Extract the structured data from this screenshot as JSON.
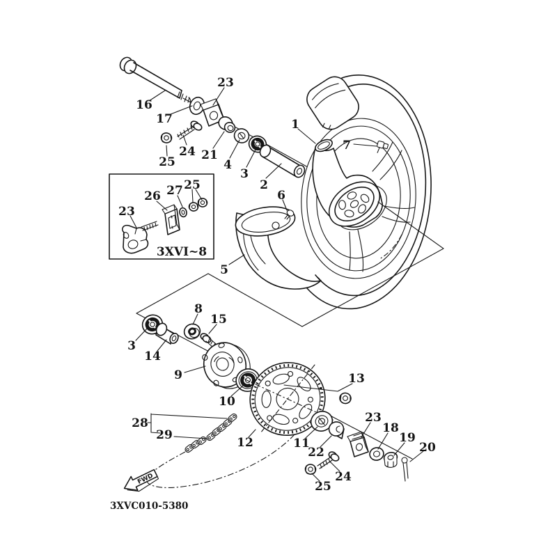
{
  "diagram": {
    "inset_code": "3XVI~8",
    "footer_code": "3XVC010-5380",
    "fwd": "FWD"
  },
  "labels": [
    {
      "part": "16",
      "text": "16"
    },
    {
      "part": "17",
      "text": "17"
    },
    {
      "part": "23-upper",
      "text": "23"
    },
    {
      "part": "24-upper",
      "text": "24"
    },
    {
      "part": "25-upper",
      "text": "25"
    },
    {
      "part": "21",
      "text": "21"
    },
    {
      "part": "4",
      "text": "4"
    },
    {
      "part": "3-upper",
      "text": "3"
    },
    {
      "part": "2",
      "text": "2"
    },
    {
      "part": "1",
      "text": "1"
    },
    {
      "part": "7",
      "text": "7"
    },
    {
      "part": "6",
      "text": "6"
    },
    {
      "part": "5",
      "text": "5"
    },
    {
      "part": "23-inset",
      "text": "23"
    },
    {
      "part": "26",
      "text": "26"
    },
    {
      "part": "27",
      "text": "27"
    },
    {
      "part": "25-inset",
      "text": "25"
    },
    {
      "part": "3-lower",
      "text": "3"
    },
    {
      "part": "14",
      "text": "14"
    },
    {
      "part": "8",
      "text": "8"
    },
    {
      "part": "15",
      "text": "15"
    },
    {
      "part": "9",
      "text": "9"
    },
    {
      "part": "10",
      "text": "10"
    },
    {
      "part": "12",
      "text": "12"
    },
    {
      "part": "13",
      "text": "13"
    },
    {
      "part": "11",
      "text": "11"
    },
    {
      "part": "22",
      "text": "22"
    },
    {
      "part": "23-lowerright",
      "text": "23"
    },
    {
      "part": "18",
      "text": "18"
    },
    {
      "part": "19",
      "text": "19"
    },
    {
      "part": "20",
      "text": "20"
    },
    {
      "part": "24-lower",
      "text": "24"
    },
    {
      "part": "25-lower",
      "text": "25"
    },
    {
      "part": "28",
      "text": "28"
    },
    {
      "part": "29",
      "text": "29"
    }
  ]
}
